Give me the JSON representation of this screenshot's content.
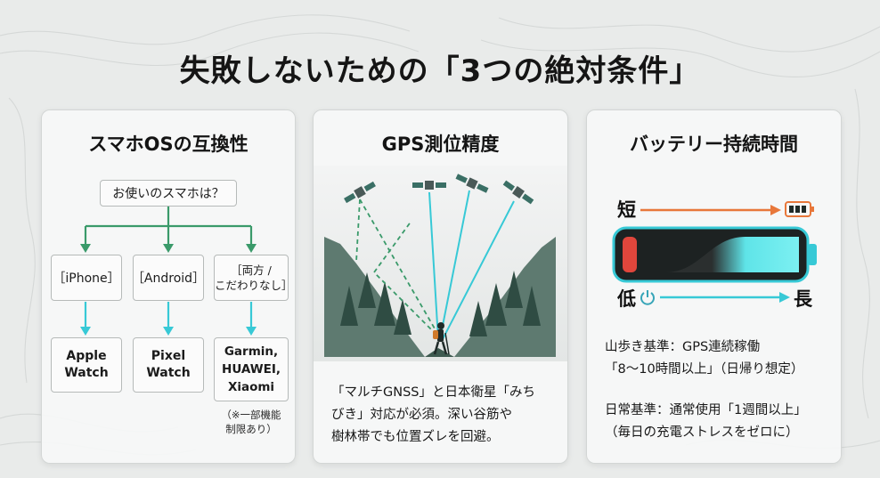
{
  "title": "失敗しないための「3つの絶対条件」",
  "card1": {
    "title": "スマホOSの互換性",
    "question": "お使いのスマホは？",
    "os": [
      {
        "label": "［iPhone］",
        "result": [
          "Apple",
          "Watch"
        ]
      },
      {
        "label": "［Android］",
        "result": [
          "Pixel",
          "Watch"
        ]
      },
      {
        "label": [
          "［両方 /",
          "こだわりなし］"
        ],
        "result": [
          "Garmin,",
          "HUAWEI,",
          "Xiaomi"
        ]
      }
    ],
    "note": [
      "（※一部機能",
      "制限あり）"
    ]
  },
  "card2": {
    "title": "GPS測位精度",
    "caption": [
      "「マルチGNSS」と日本衛星「みち",
      "びき」対応が必須。深い谷筋や",
      "樹林帯でも位置ズレを回避。"
    ]
  },
  "card3": {
    "title": "バッテリー持続時間",
    "short": "短",
    "low": "低",
    "long": "長",
    "standard1": [
      "山歩き基準：GPS連続稼働",
      "「8〜10時間以上」（日帰り想定）"
    ],
    "standard2": [
      "日常基準：通常使用「1週間以上」",
      "（毎日の充電ストレスをゼロに）"
    ]
  },
  "colors": {
    "green": "#3a9a6a",
    "cyan": "#37c9d6",
    "orange": "#e8773a",
    "red": "#e0463c"
  }
}
